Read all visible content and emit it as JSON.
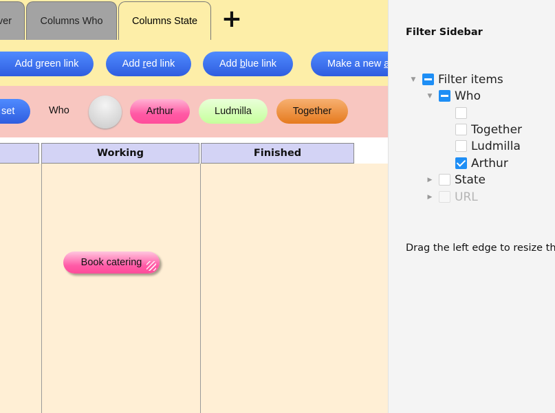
{
  "tabs": [
    {
      "label": "ver",
      "active": false
    },
    {
      "label": "Columns Who",
      "active": false
    },
    {
      "label": "Columns State",
      "active": true
    }
  ],
  "tab_add_label": "+",
  "links": {
    "green": {
      "pre": "Add green link",
      "acc": "",
      "post": ""
    },
    "red": {
      "pre": "Add ",
      "acc": "r",
      "post": "ed link"
    },
    "blue": {
      "pre": "Add ",
      "acc": "b",
      "post": "lue link"
    },
    "new": {
      "pre": "Make a new ",
      "acc": "a",
      "post": ""
    }
  },
  "who_bar": {
    "reset_label": "set",
    "who_label": "Who",
    "items": [
      "Arthur",
      "Ludmilla",
      "Together"
    ]
  },
  "columns": [
    "",
    "Working",
    "Finished"
  ],
  "cards": [
    {
      "label": "Book catering",
      "column": "Working",
      "color": "#ff5aa6"
    }
  ],
  "sidebar": {
    "title": "Filter Sidebar",
    "tree": [
      {
        "label": "Filter items",
        "state": "indeterminate",
        "expanded": true
      },
      {
        "label": "Who",
        "state": "indeterminate",
        "expanded": true
      },
      {
        "label": "",
        "state": "unchecked"
      },
      {
        "label": "Together",
        "state": "unchecked"
      },
      {
        "label": "Ludmilla",
        "state": "unchecked"
      },
      {
        "label": "Arthur",
        "state": "checked"
      },
      {
        "label": "State",
        "state": "unchecked",
        "expanded": false
      },
      {
        "label": "URL",
        "state": "disabled",
        "expanded": false
      }
    ],
    "help": "Drag the left edge to resize th"
  },
  "colors": {
    "yellow_bar": "#fdeea8",
    "pink_bar": "#f8c6c0",
    "board": "#ffefd5",
    "column_header": "#d3d3f5",
    "blue_button": "#3f74f5",
    "checkbox": "#1e8ef5"
  }
}
